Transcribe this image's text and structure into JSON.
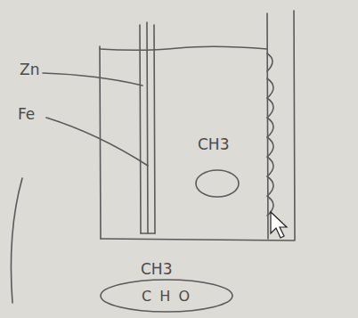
{
  "diagram": {
    "nodes": [
      {
        "text": [
          "C H O"
        ]
      }
    ],
    "labels": [
      "Zn",
      "Fe",
      "CH3",
      "CH3"
    ]
  }
}
